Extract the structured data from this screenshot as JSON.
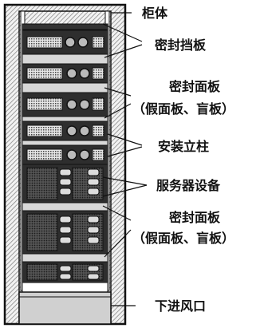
{
  "labels": {
    "cabinet": "柜体",
    "sealing_baffle": "密封挡板",
    "sealing_panel_1_line1": "密封面板",
    "sealing_panel_1_line2": "（假面板、盲板）",
    "mounting_post": "安装立柱",
    "server_equipment": "服务器设备",
    "sealing_panel_2_line1": "密封面板",
    "sealing_panel_2_line2": "（假面板、盲板）",
    "bottom_air_inlet": "下进风口"
  },
  "colors": {
    "frame": "#111111",
    "hatch": "#7a7a7a",
    "panel_dark": "#2e2e2e",
    "panel_light": "#d8d8d8",
    "vent": "#3a3a3a"
  }
}
